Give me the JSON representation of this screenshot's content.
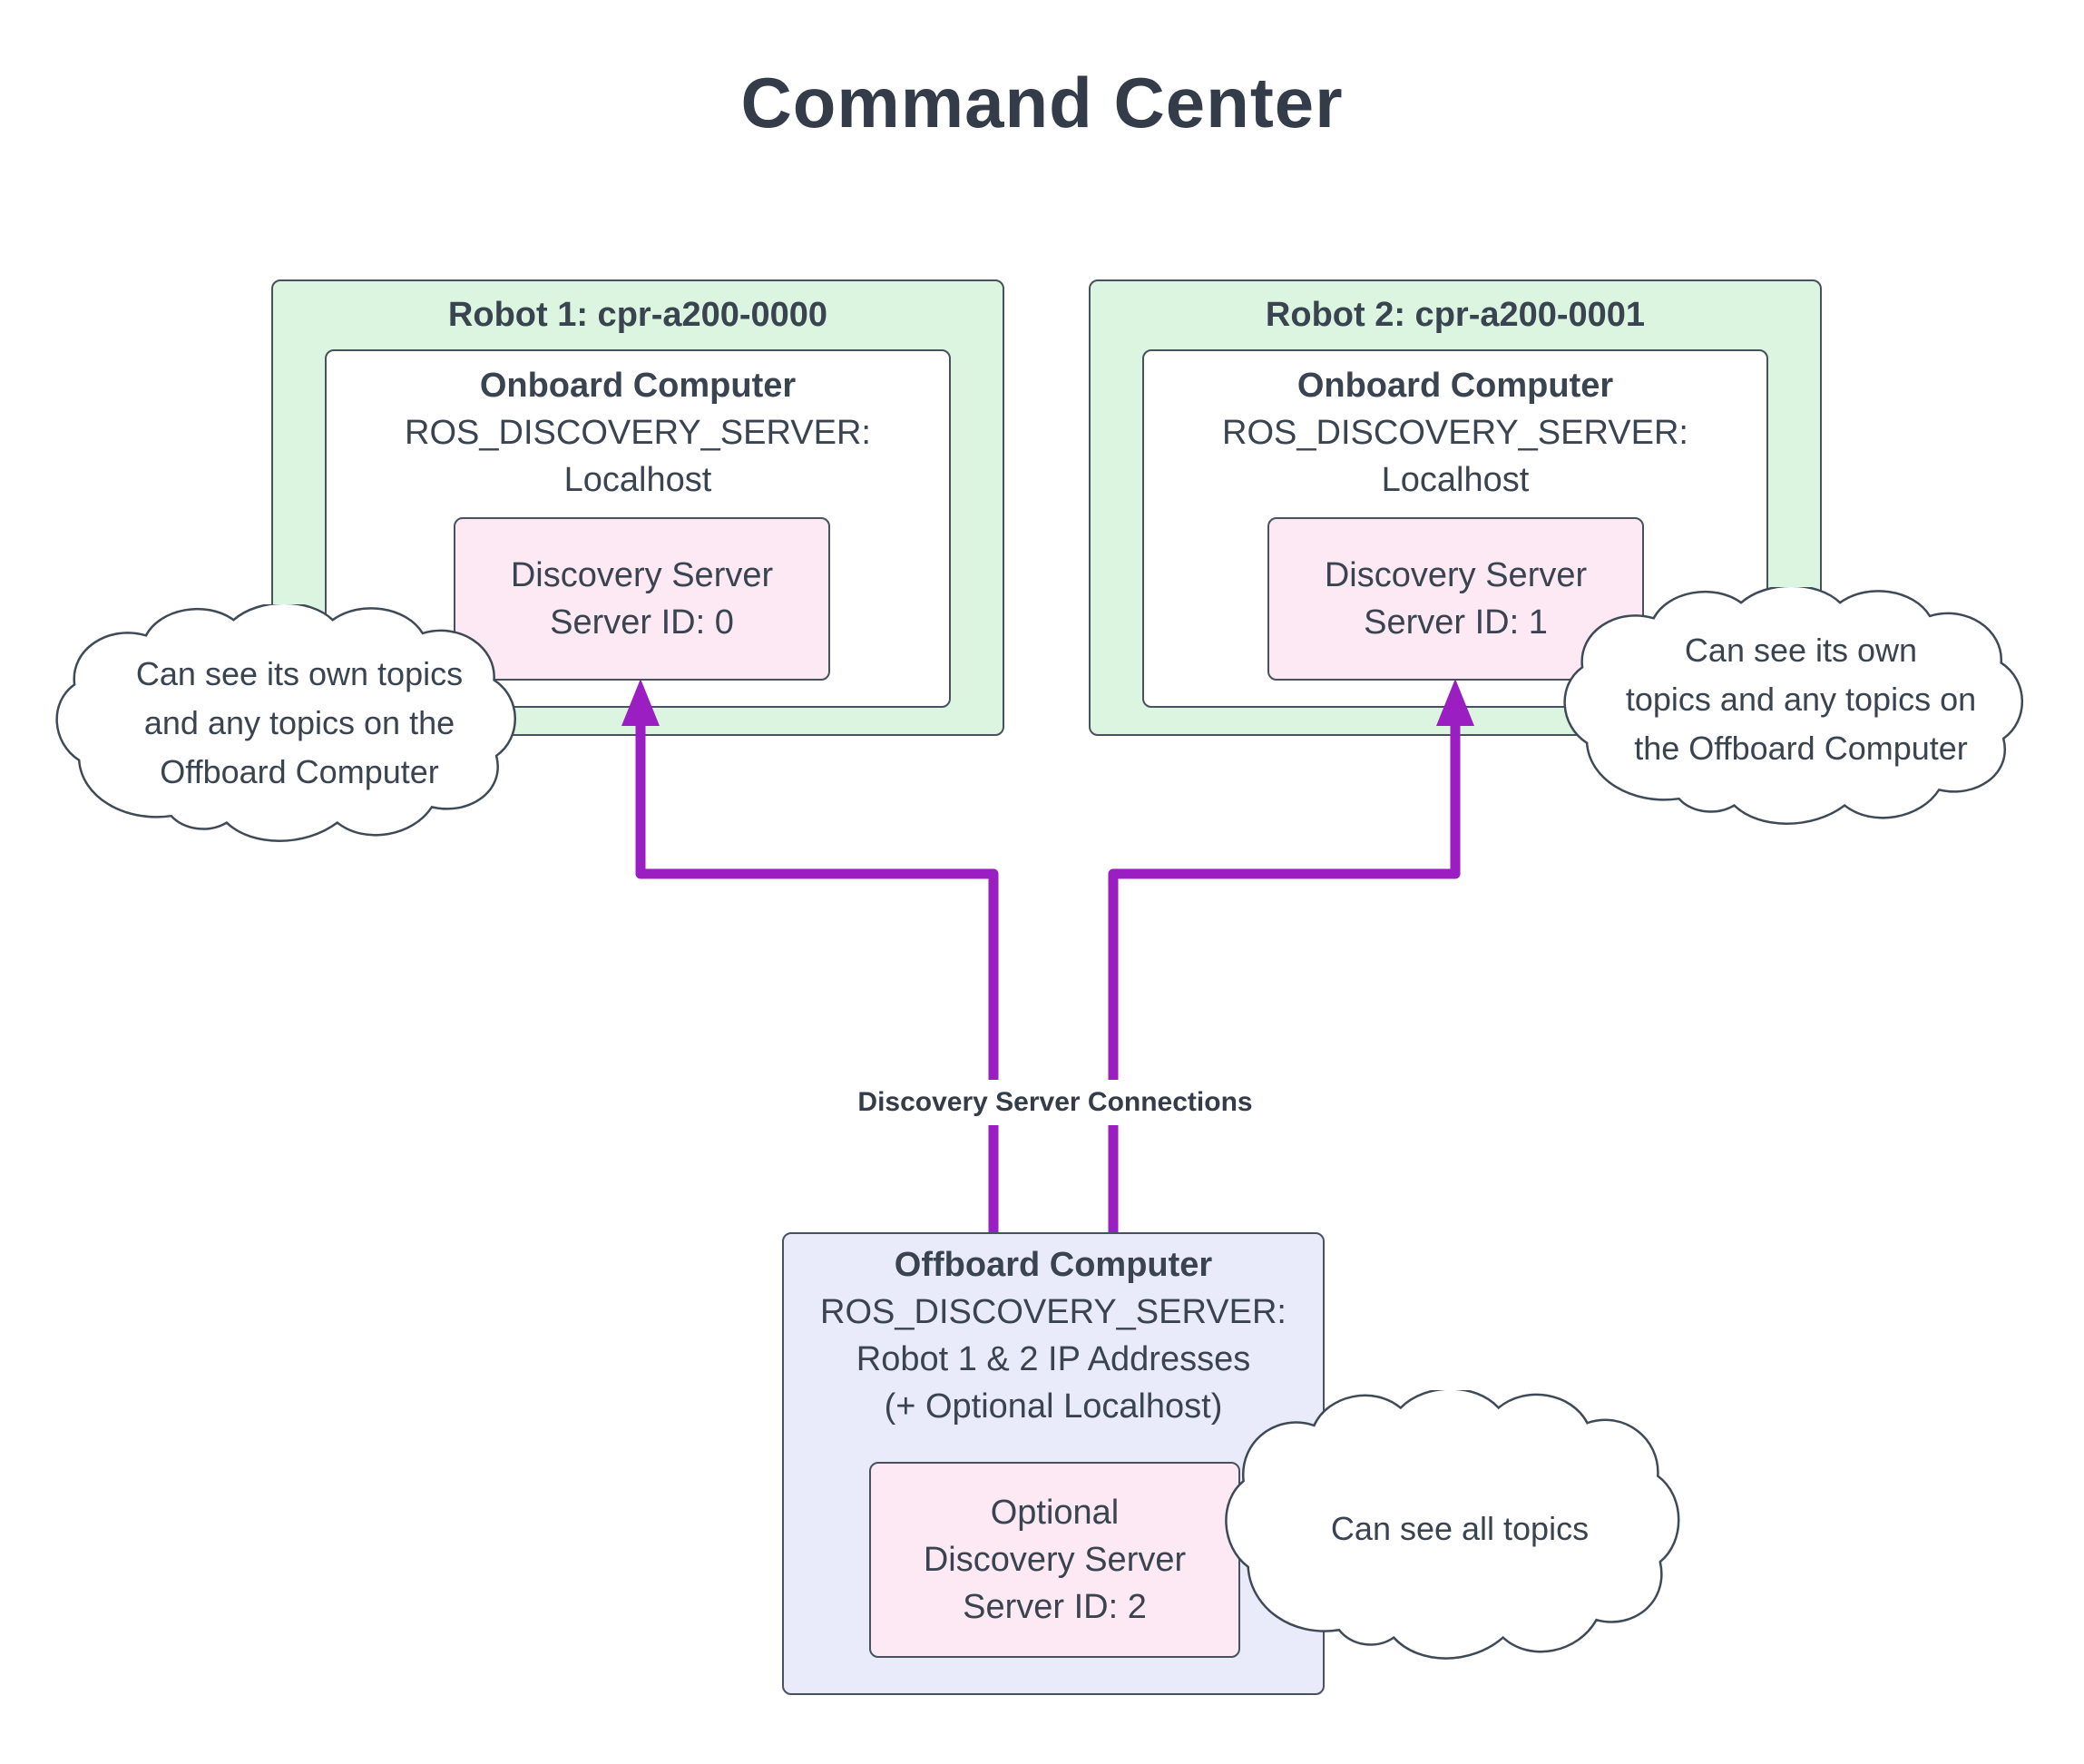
{
  "title": "Command Center",
  "colors": {
    "text": "#3a4450",
    "box_border": "#47515f",
    "robot_box_fill": "#dcf5e0",
    "computer_box_fill": "#ffffff",
    "discovery_server_fill": "#fce9f4",
    "offboard_box_fill": "#eaebfa",
    "arrow_purple": "#9a1ec1",
    "cloud_fill": "#ffffff"
  },
  "robots": [
    {
      "label": "Robot 1: cpr-a200-0000",
      "computer": {
        "title": "Onboard Computer",
        "line1": "ROS_DISCOVERY_SERVER:",
        "line2": "Localhost"
      },
      "server": {
        "line1": "Discovery Server",
        "line2": "Server ID: 0"
      }
    },
    {
      "label": "Robot 2: cpr-a200-0001",
      "computer": {
        "title": "Onboard Computer",
        "line1": "ROS_DISCOVERY_SERVER:",
        "line2": "Localhost"
      },
      "server": {
        "line1": "Discovery Server",
        "line2": "Server ID: 1"
      }
    }
  ],
  "offboard": {
    "title": "Offboard Computer",
    "line1": "ROS_DISCOVERY_SERVER:",
    "line2": "Robot 1 & 2 IP Addresses",
    "line3": "(+ Optional Localhost)",
    "server": {
      "line1": "Optional",
      "line2": "Discovery Server",
      "line3": "Server ID: 2"
    }
  },
  "connection_label": "Discovery Server Connections",
  "clouds": {
    "left": {
      "line1": "Can see its own topics",
      "line2": "and any topics on the",
      "line3": "Offboard Computer"
    },
    "right": {
      "line1": "Can see its own",
      "line2": "topics and any topics on",
      "line3": "the Offboard Computer"
    },
    "bottom": {
      "line1": "Can see all topics"
    }
  }
}
